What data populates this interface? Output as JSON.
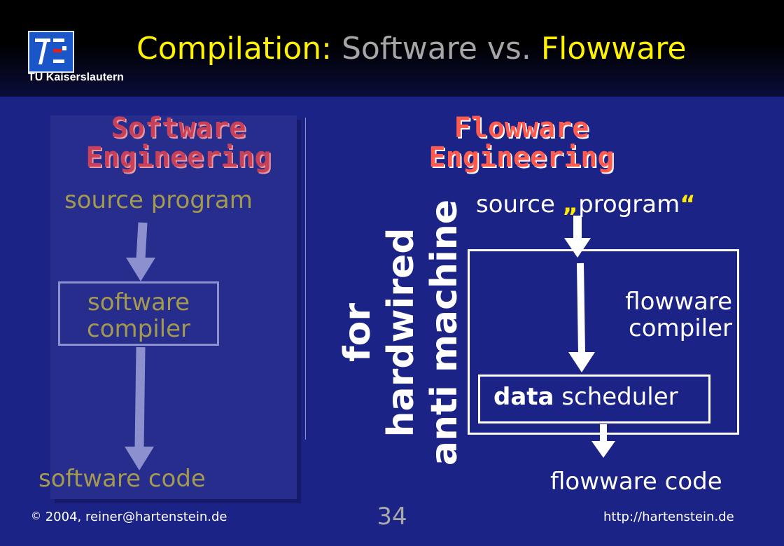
{
  "slide": {
    "logo": {
      "caption": "TU Kaiserslautern",
      "colors": {
        "box": "#1a56c8",
        "mark": "#ffffff",
        "accent": "#e02020"
      }
    },
    "title": {
      "part1": "Compilation:",
      "part2": " Software vs.",
      "part3": " Flowware"
    },
    "left": {
      "heading_line1": "Software",
      "heading_line2": "Engineering",
      "source": "source program",
      "compiler_line1": "software",
      "compiler_line2": "compiler",
      "output": "software code"
    },
    "rotated": {
      "line1": "for hardwired",
      "line2": "anti machine"
    },
    "right": {
      "heading_line1": "Flowware",
      "heading_line2": "Engineering",
      "source_word": "source ",
      "open_quote": "„",
      "program_word": "program",
      "close_quote": "“",
      "compiler_line1": "flowware",
      "compiler_line2": "compiler",
      "data_word": "data",
      "scheduler_word": " scheduler",
      "output": "flowware code"
    },
    "footer": {
      "copyright_symbol": "©",
      "copyright_text": "2004, reiner@hartenstein.de",
      "page_number": "34",
      "url": "http://hartenstein.de"
    },
    "colors": {
      "background": "#1c2387",
      "title_yellow": "#fff200",
      "title_grey": "#a6a6a6",
      "left_heading": "#c84158",
      "right_heading": "#ff5a4e",
      "olive_text": "#a49a4f",
      "left_arrow": "#8c90cf",
      "right_quotes": "#ffeb00"
    }
  }
}
